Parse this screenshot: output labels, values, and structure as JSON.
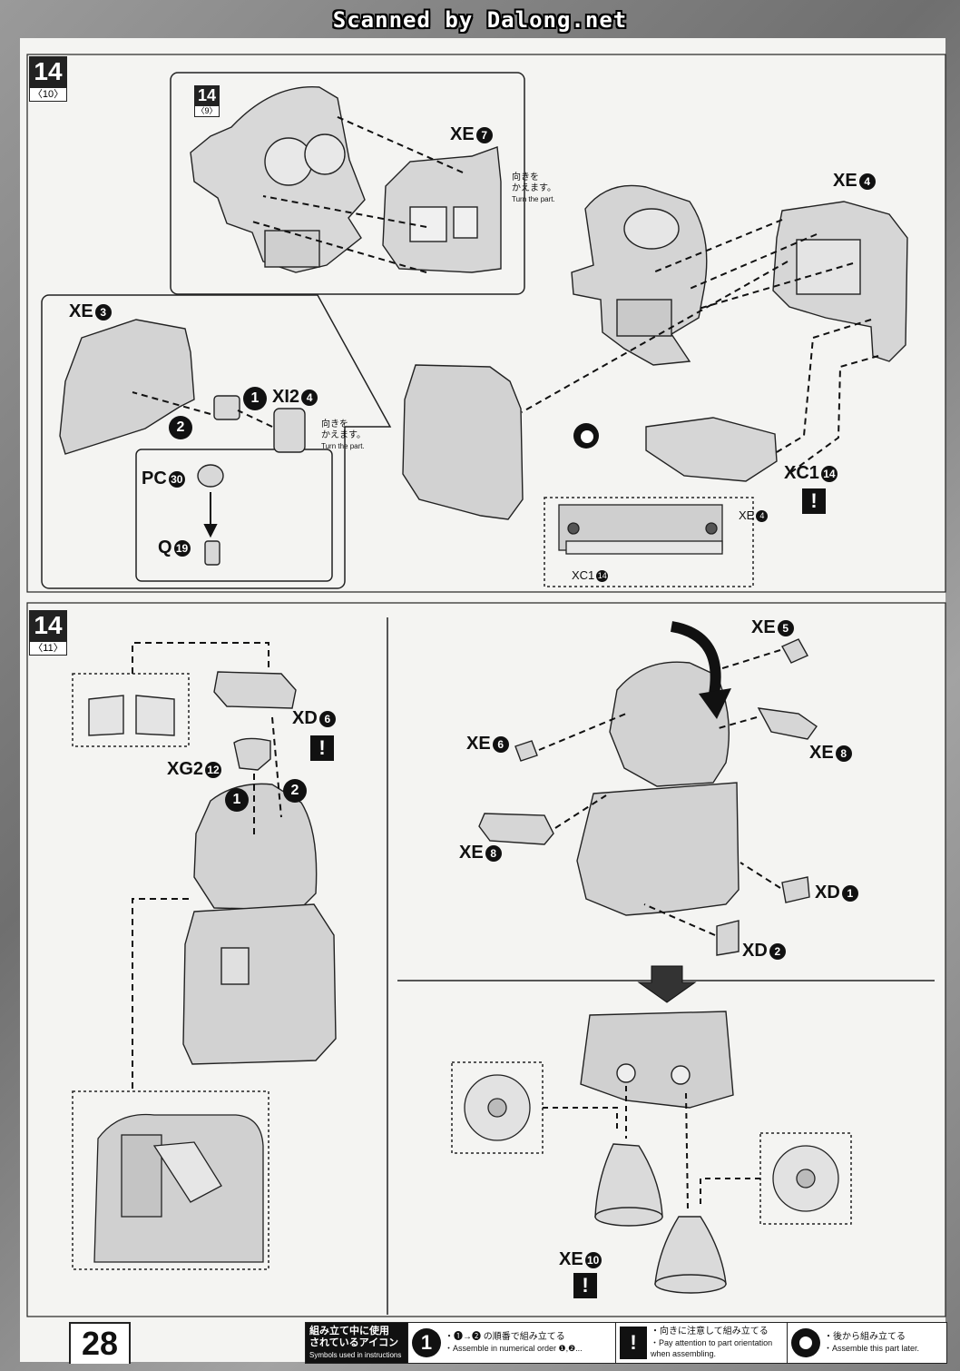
{
  "watermark": "Scanned by Dalong.net",
  "step_top": {
    "number": "14",
    "sub": "〈10〉"
  },
  "step_bottom": {
    "number": "14",
    "sub": "〈11〉"
  },
  "inset_step": {
    "number": "14",
    "sub": "〈9〉"
  },
  "parts": {
    "xe7": {
      "code": "XE",
      "num": "7"
    },
    "xe4": {
      "code": "XE",
      "num": "4"
    },
    "xe3": {
      "code": "XE",
      "num": "3"
    },
    "xi24": {
      "code": "XI2",
      "num": "4"
    },
    "pc30": {
      "code": "PC",
      "num": "30"
    },
    "q19": {
      "code": "Q",
      "num": "19"
    },
    "xc114": {
      "code": "XC1",
      "num": "14"
    },
    "xe4_small": {
      "code": "XE",
      "num": "4"
    },
    "xc114_small": {
      "code": "XC1",
      "num": "14"
    },
    "xd6": {
      "code": "XD",
      "num": "6"
    },
    "xg212": {
      "code": "XG2",
      "num": "12"
    },
    "xe5": {
      "code": "XE",
      "num": "5"
    },
    "xe6": {
      "code": "XE",
      "num": "6"
    },
    "xe8a": {
      "code": "XE",
      "num": "8"
    },
    "xe8b": {
      "code": "XE",
      "num": "8"
    },
    "xd1": {
      "code": "XD",
      "num": "1"
    },
    "xd2": {
      "code": "XD",
      "num": "2"
    },
    "xe10": {
      "code": "XE",
      "num": "10"
    }
  },
  "order_marks": {
    "one": "1",
    "two": "2"
  },
  "turn_note_1": {
    "ja_1": "向きを",
    "ja_2": "かえます。",
    "en": "Turn the part."
  },
  "turn_note_2": {
    "ja_1": "向きを",
    "ja_2": "かえます。",
    "en": "Turn the part."
  },
  "warn_symbol": "!",
  "page_number": "28",
  "legend": {
    "title_ja_1": "組み立て中に使用",
    "title_ja_2": "されているアイコン",
    "title_en": "Symbols used in instructions",
    "order": {
      "icon": "1",
      "ja": "・❶→❷ の順番で組み立てる",
      "en": "・Assemble in numerical order ❶,❷..."
    },
    "orient": {
      "icon": "!",
      "ja": "・向きに注意して組み立てる",
      "en_1": "・Pay attention to part orientation",
      "en_2": "when assembling."
    },
    "later": {
      "ja": "・後から組み立てる",
      "en": "・Assemble this part later."
    }
  }
}
